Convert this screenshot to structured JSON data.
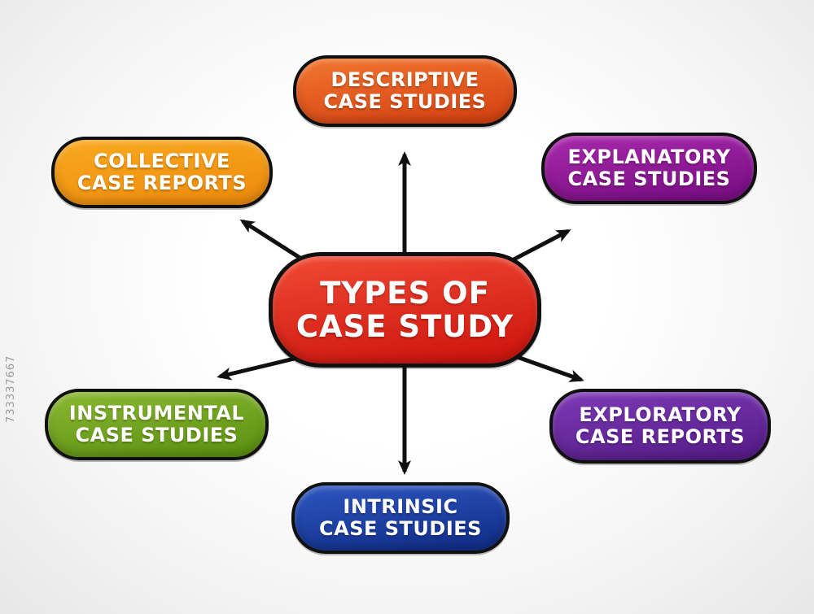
{
  "watermark": "733337667",
  "center": {
    "line1": "TYPES OF",
    "line2": "CASE STUDY",
    "color": "#f04a33",
    "color2": "#cf1710"
  },
  "nodes": [
    {
      "id": "descriptive",
      "line1": "DESCRIPTIVE",
      "line2": "CASE STUDIES",
      "color": "#f2762f",
      "color2": "#d64414"
    },
    {
      "id": "collective",
      "line1": "COLLECTIVE",
      "line2": "CASE REPORTS",
      "color": "#f9aa20",
      "color2": "#ee8c0e"
    },
    {
      "id": "explanatory",
      "line1": "EXPLANATORY",
      "line2": "CASE STUDIES",
      "color": "#a829ac",
      "color2": "#7b0f85"
    },
    {
      "id": "instrumental",
      "line1": "INSTRUMENTAL",
      "line2": "CASE STUDIES",
      "color": "#8ab832",
      "color2": "#5f9313"
    },
    {
      "id": "exploratory",
      "line1": "EXPLORATORY",
      "line2": "CASE REPORTS",
      "color": "#7d3ab5",
      "color2": "#571d8a"
    },
    {
      "id": "intrinsic",
      "line1": "INTRINSIC",
      "line2": "CASE STUDIES",
      "color": "#2d56c0",
      "color2": "#122f8a"
    }
  ]
}
